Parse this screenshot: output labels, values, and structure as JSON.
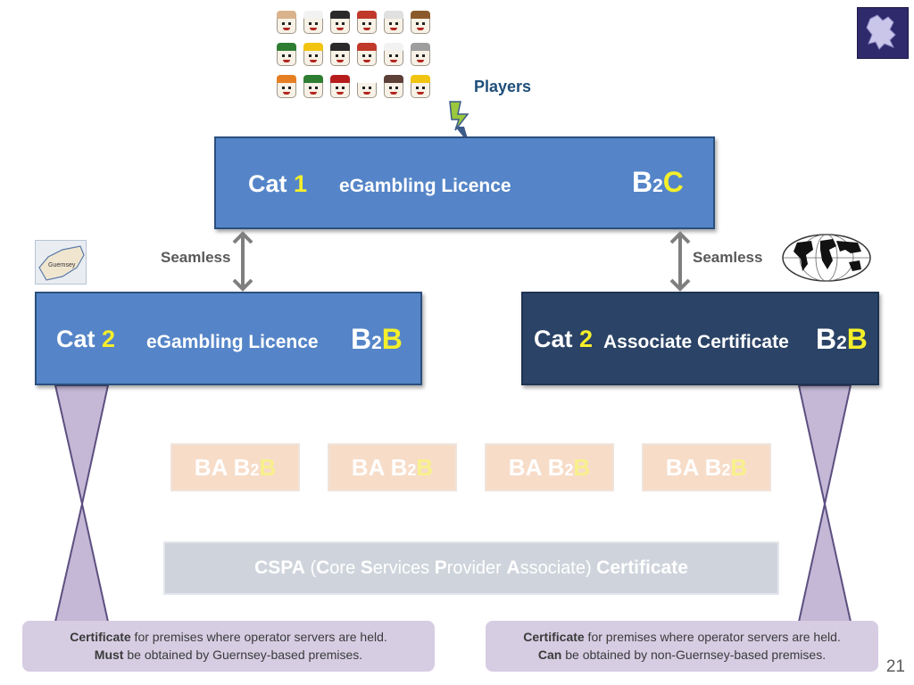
{
  "players": {
    "label": "Players"
  },
  "cat1": {
    "cat": "Cat",
    "num": "1",
    "licence": "eGambling Licence",
    "b2_b": "B",
    "b2_2": "2",
    "b2_c": "C"
  },
  "seamless_left": "Seamless",
  "seamless_right": "Seamless",
  "cat2_left": {
    "cat": "Cat",
    "num": "2",
    "licence": "eGambling Licence",
    "b2_b": "B",
    "b2_2": "2",
    "b2_c": "B"
  },
  "cat2_right": {
    "cat": "Cat",
    "num": "2",
    "licence": "Associate Certificate",
    "b2_b": "B",
    "b2_2": "2",
    "b2_c": "B"
  },
  "guernsey_map": {
    "label": "Guernsey"
  },
  "ba_boxes": [
    {
      "ba": "BA B",
      "two": "2",
      "b": "B"
    },
    {
      "ba": "BA B",
      "two": "2",
      "b": "B"
    },
    {
      "ba": "BA B",
      "two": "2",
      "b": "B"
    },
    {
      "ba": "BA B",
      "two": "2",
      "b": "B"
    }
  ],
  "cspa": {
    "abbr": "CSPA",
    "open": " (",
    "c1": "C",
    "c1_rest": "ore ",
    "s1": "S",
    "s1_rest": "ervices ",
    "p1": "P",
    "p1_rest": "rovider ",
    "a1": "A",
    "a1_rest": "ssociate",
    "close": ") ",
    "cert": "Certificate"
  },
  "note_left": {
    "bold1": "Certificate",
    "text1": " for premises where operator servers are held.",
    "bold2": "Must",
    "text2": " be obtained by Guernsey-based premises."
  },
  "note_right": {
    "bold1": "Certificate",
    "text1": " for premises where operator servers are held.",
    "bold2": "Can",
    "text2": " be obtained by non-Guernsey-based premises."
  },
  "page_number": "21",
  "colors": {
    "box_blue": "#5585c8",
    "box_dark": "#2b4366",
    "accent_yellow": "#f5ef2a",
    "ba_fill": "#f7dcc8",
    "cspa_fill": "#cfd4dc",
    "note_fill": "#d6cde3",
    "funnel_fill": "#c4b8d6"
  },
  "icons": [
    "faces-cluster-icon",
    "lightning-bolt-icon",
    "crest-logo-icon",
    "guernsey-map-icon",
    "world-globe-icon",
    "double-arrow-icon"
  ]
}
